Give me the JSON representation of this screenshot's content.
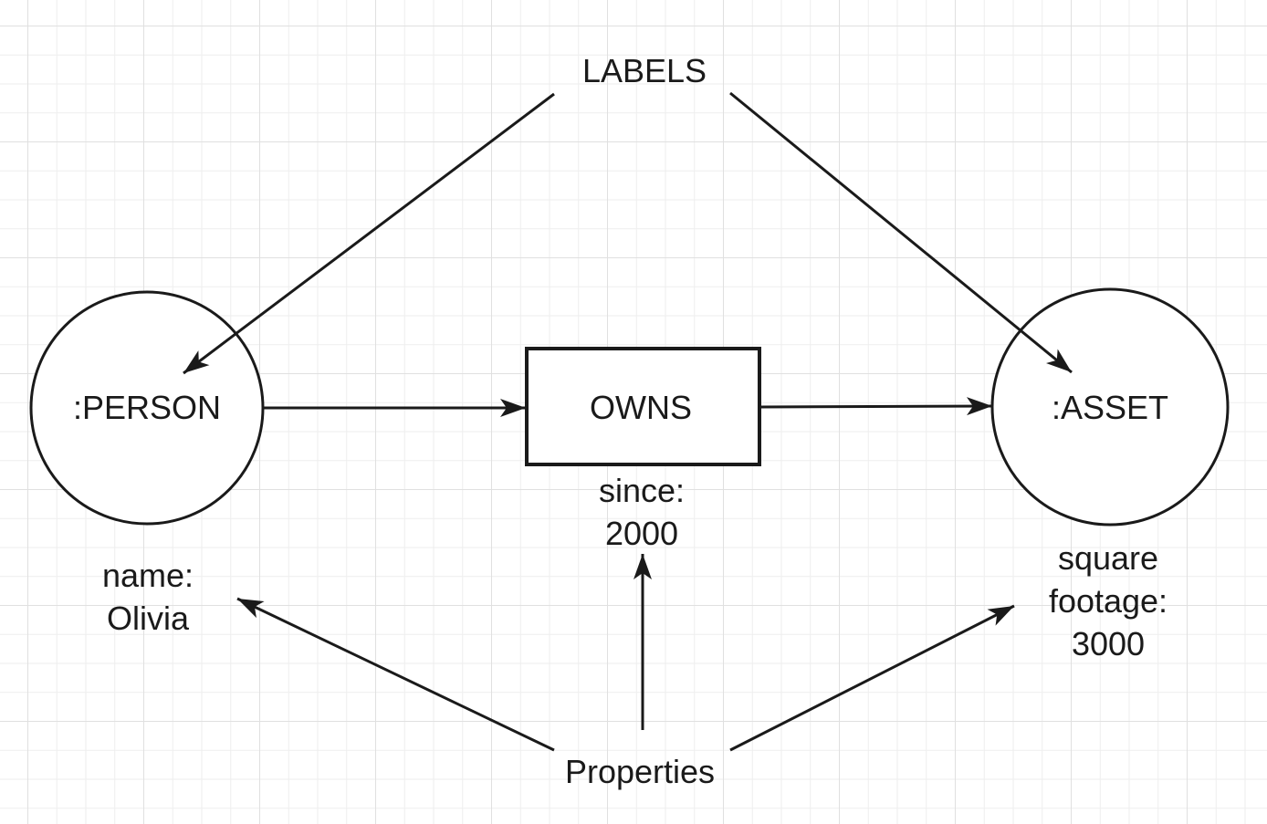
{
  "diagram": {
    "annotations": {
      "labels": {
        "text": "LABELS"
      },
      "properties": {
        "text": "Properties"
      }
    },
    "nodes": {
      "person": {
        "label": ":PERSON",
        "property_lines": [
          "name:",
          "Olivia"
        ]
      },
      "asset": {
        "label": ":ASSET",
        "property_lines": [
          "square",
          "footage:",
          "3000"
        ]
      }
    },
    "relationship": {
      "label": "OWNS",
      "property_lines": [
        "since:",
        "2000"
      ]
    },
    "colors": {
      "ink": "#1a1a1a",
      "node_fill": "#ffffff",
      "grid_minor": "#eeeeee",
      "grid_major": "#e0e0e0",
      "background": "#ffffff"
    }
  }
}
